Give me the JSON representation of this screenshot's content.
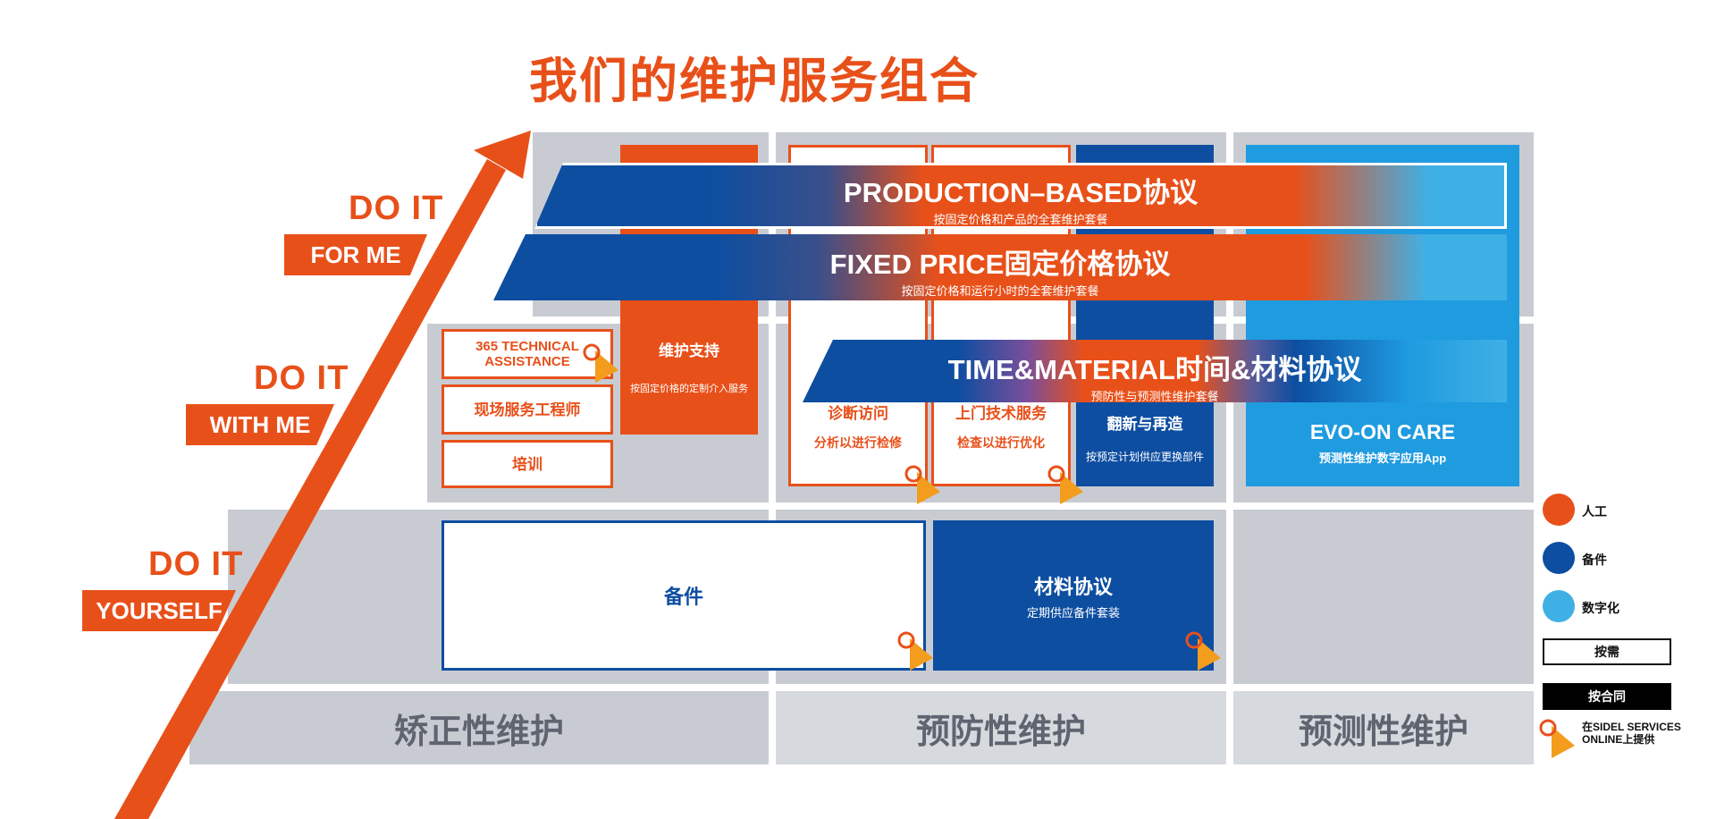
{
  "title": "我们的维护服务组合",
  "levels": {
    "for_me": {
      "do": "DO IT",
      "tag": "FOR ME"
    },
    "with_me": {
      "do": "DO IT",
      "tag": "WITH ME"
    },
    "yourself": {
      "do": "DO IT",
      "tag": "YOURSELF"
    }
  },
  "columns": [
    "矫正性维护",
    "预防性维护",
    "预测性维护"
  ],
  "banners": {
    "production": {
      "title": "PRODUCTION–BASED协议",
      "sub": "按固定价格和产品的全套维护套餐"
    },
    "fixed": {
      "title": "FIXED PRICE固定价格协议",
      "sub": "按固定价格和运行小时的全套维护套餐"
    },
    "time": {
      "title": "TIME&MATERIAL时间&材料协议",
      "sub": "预防性与预测性维护套餐"
    }
  },
  "boxes": {
    "tech365": "365 TECHNICAL ASSISTANCE",
    "field_engineer": "现场服务工程师",
    "training": "培训",
    "support_title": "维护支持",
    "support_sub": "按固定价格的定制介入服务",
    "diag_title": "诊断访问",
    "diag_sub": "分析以进行检修",
    "tech_title": "上门技术服务",
    "tech_sub": "检查以进行优化",
    "renew_title": "翻新与再造",
    "renew_sub": "按预定计划供应更换部件",
    "evo_title": "EVO-ON CARE",
    "evo_sub": "预测性维护数字应用App",
    "spares": "备件",
    "material_title": "材料协议",
    "material_sub": "定期供应备件套装"
  },
  "legend": {
    "labor": "人工",
    "parts": "备件",
    "digital": "数字化",
    "on_demand": "按需",
    "contract": "按合同",
    "online": "在SIDEL SERVICES ONLINE上提供"
  },
  "colors": {
    "orange": "#e8501a",
    "blue": "#0d4ea1",
    "cyan": "#3fb0e6",
    "gray": "#c8ccd2"
  }
}
